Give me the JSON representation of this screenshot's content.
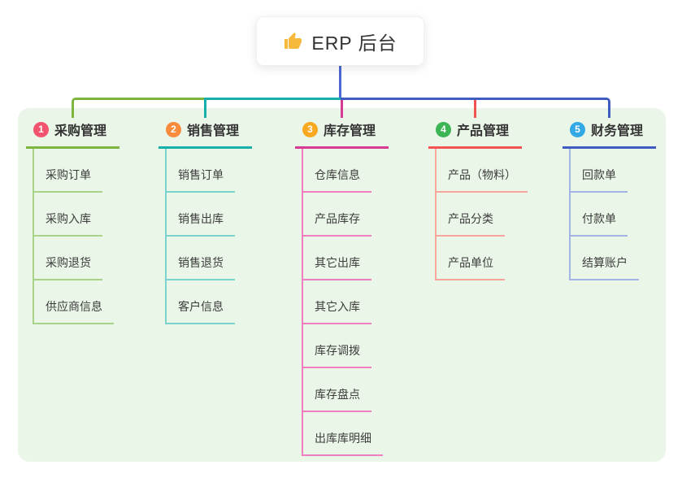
{
  "root": {
    "label": "ERP 后台",
    "icon": "thumbs-up",
    "icon_color": "#f7b93b"
  },
  "colors": {
    "page_bg": "#ffffff",
    "panel_bg": "#eaf6e8",
    "root_line": "#4b69d1",
    "header_text": "#333333",
    "child_text": "#3d3d3d"
  },
  "branches": [
    {
      "num": "1",
      "label": "采购管理",
      "badge_color": "#f2536f",
      "strong": "#7cb63e",
      "light": "#a9d488",
      "children": [
        "采购订单",
        "采购入库",
        "采购退货",
        "供应商信息"
      ]
    },
    {
      "num": "2",
      "label": "销售管理",
      "badge_color": "#fa8b3c",
      "strong": "#16b0ac",
      "light": "#7ad3cc",
      "children": [
        "销售订单",
        "销售出库",
        "销售退货",
        "客户信息"
      ]
    },
    {
      "num": "3",
      "label": "库存管理",
      "badge_color": "#f9a91d",
      "strong": "#d63a92",
      "light": "#ef7fbe",
      "children": [
        "仓库信息",
        "产品库存",
        "其它出库",
        "其它入库",
        "库存调拨",
        "库存盘点",
        "出库库明细"
      ]
    },
    {
      "num": "4",
      "label": "产品管理",
      "badge_color": "#3cb554",
      "strong": "#f05350",
      "light": "#f8a59e",
      "children": [
        "产品（物料）",
        "产品分类",
        "产品单位"
      ]
    },
    {
      "num": "5",
      "label": "财务管理",
      "badge_color": "#32a9e5",
      "strong": "#3f5dc0",
      "light": "#a4b4e4",
      "children": [
        "回款单",
        "付款单",
        "结算账户"
      ]
    }
  ]
}
